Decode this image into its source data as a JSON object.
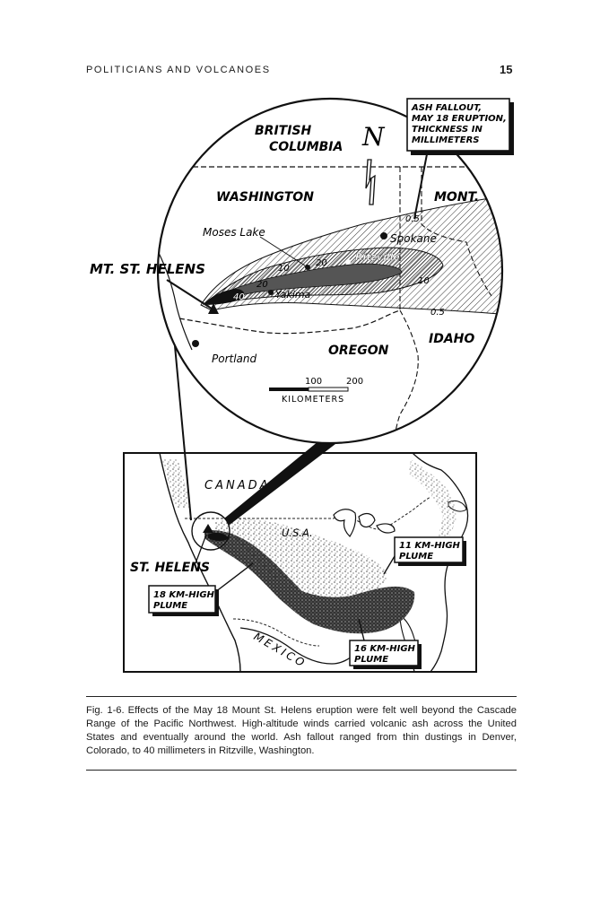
{
  "header": {
    "running_head": "POLITICIANS AND VOLCANOES",
    "page_number": "15"
  },
  "figure": {
    "inset_map": {
      "title_box": [
        "ASH FALLOUT,",
        "MAY 18 ERUPTION,",
        "THICKNESS IN",
        "MILLIMETERS"
      ],
      "regions": {
        "british_columbia": [
          "BRITISH",
          "COLUMBIA"
        ],
        "washington": "WASHINGTON",
        "montana": "MONT.",
        "oregon": "OREGON",
        "idaho": "IDAHO"
      },
      "cities": {
        "moses_lake": "Moses Lake",
        "spokane": "Spokane",
        "ritzville": "Ritzville",
        "yakima": "Yakima",
        "portland": "Portland"
      },
      "contours": {
        "c0_5_top": "0.5",
        "c0_5_bottom": "0.5",
        "c10_west": "10",
        "c10_east": "10",
        "c20_a": "20",
        "c20_b": "20",
        "c40": "40"
      },
      "volcano_label": "MT. ST. HELENS",
      "north_symbol": "N",
      "scale": {
        "tick_100": "100",
        "tick_200": "200",
        "unit": "KILOMETERS"
      }
    },
    "main_map": {
      "canada": "CANADA",
      "usa": "U.S.A.",
      "mexico": "MEXICO",
      "volcano_label": "ST. HELENS",
      "plume_18": [
        "18 KM-HIGH",
        "PLUME"
      ],
      "plume_11": [
        "11 KM-HIGH",
        "PLUME"
      ],
      "plume_16": [
        "16 KM-HIGH",
        "PLUME"
      ]
    }
  },
  "caption": {
    "label": "Fig. 1-6.",
    "text": "Effects of the May 18 Mount St. Helens eruption were felt well beyond the Cascade Range of the Pacific Northwest. High-altitude winds carried volcanic ash across the United States and eventually around the world. Ash fallout ranged from thin dustings in Denver, Colorado, to 40 millimeters in Ritzville, Washington."
  }
}
